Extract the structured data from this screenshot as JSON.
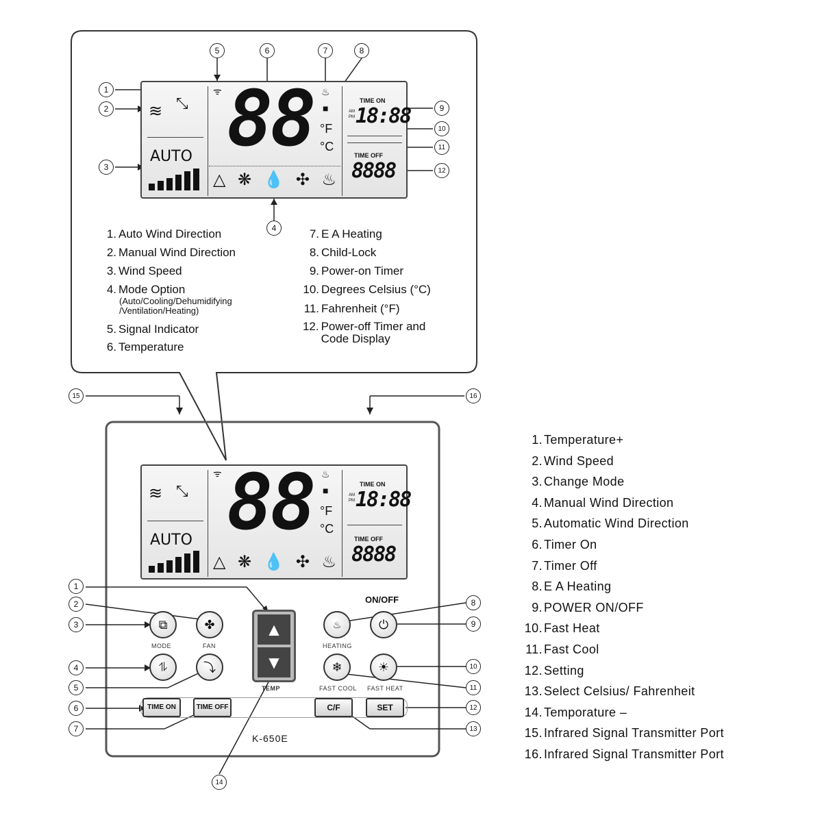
{
  "lcd_top": {
    "temp_digits": "88",
    "auto_label": "AUTO",
    "time_on_label": "TIME ON",
    "time_on_digits": "18:88",
    "am_label": "AM",
    "pm_label": "PM",
    "time_off_label": "TIME OFF",
    "time_off_digits": "8888",
    "deg_f": "°F",
    "deg_c": "°C"
  },
  "lcd_bottom": {
    "temp_digits": "88",
    "auto_label": "AUTO",
    "time_on_label": "TIME ON",
    "time_on_digits": "18:88",
    "am_label": "AM",
    "pm_label": "PM",
    "time_off_label": "TIME OFF",
    "time_off_digits": "8888",
    "deg_f": "°F",
    "deg_c": "°C"
  },
  "display_legend_left": [
    {
      "num": "1.",
      "label": "Auto Wind Direction"
    },
    {
      "num": "2.",
      "label": "Manual Wind Direction"
    },
    {
      "num": "3.",
      "label": "Wind Speed"
    },
    {
      "num": "4.",
      "label": "Mode Option",
      "sub": "(Auto/Cooling/Dehumidifying /Ventilation/Heating)"
    },
    {
      "num": "5.",
      "label": "Signal Indicator"
    },
    {
      "num": "6.",
      "label": "Temperature"
    }
  ],
  "display_legend_right": [
    {
      "num": "7.",
      "label": "E A Heating"
    },
    {
      "num": "8.",
      "label": "Child-Lock"
    },
    {
      "num": "9.",
      "label": "Power-on Timer"
    },
    {
      "num": "10.",
      "label": "Degrees Celsius (°C)"
    },
    {
      "num": "11.",
      "label": "Fahrenheit (°F)"
    },
    {
      "num": "12.",
      "label": "Power-off Timer and Code Display"
    }
  ],
  "panel_buttons": {
    "mode_label": "MODE",
    "fan_label": "FAN",
    "heating_label": "HEATING",
    "fast_cool_label": "FAST COOL",
    "fast_heat_label": "FAST HEAT",
    "temp_label": "TEMP",
    "on_off_label": "ON/OFF",
    "time_on_btn": "TIME ON",
    "time_off_btn": "TIME OFF",
    "cf_btn": "C/F",
    "set_btn": "SET",
    "model": "K-650E"
  },
  "button_list": [
    {
      "num": "1.",
      "label": "Temperature+"
    },
    {
      "num": "2.",
      "label": "Wind Speed"
    },
    {
      "num": "3.",
      "label": "Change Mode"
    },
    {
      "num": "4.",
      "label": "Manual Wind Direction"
    },
    {
      "num": "5.",
      "label": "Automatic Wind Direction"
    },
    {
      "num": "6.",
      "label": "Timer On"
    },
    {
      "num": "7.",
      "label": "Timer Off"
    },
    {
      "num": "8.",
      "label": "E A Heating"
    },
    {
      "num": "9.",
      "label": "POWER ON/OFF"
    },
    {
      "num": "10.",
      "label": "Fast Heat"
    },
    {
      "num": "11.",
      "label": "Fast Cool"
    },
    {
      "num": "12.",
      "label": "Setting"
    },
    {
      "num": "13.",
      "label": "Select Celsius/ Fahrenheit"
    },
    {
      "num": "14.",
      "label": "Temporature –"
    },
    {
      "num": "15.",
      "label": "Infrared Signal Transmitter Port"
    },
    {
      "num": "16.",
      "label": "Infrared Signal Transmitter Port"
    }
  ],
  "callouts_top": [
    "1",
    "2",
    "3",
    "4",
    "5",
    "6",
    "7",
    "8",
    "9",
    "10",
    "11",
    "12"
  ],
  "callouts_panel": [
    "1",
    "2",
    "3",
    "4",
    "5",
    "6",
    "7",
    "8",
    "9",
    "10",
    "11",
    "12",
    "13",
    "14",
    "15",
    "16"
  ]
}
